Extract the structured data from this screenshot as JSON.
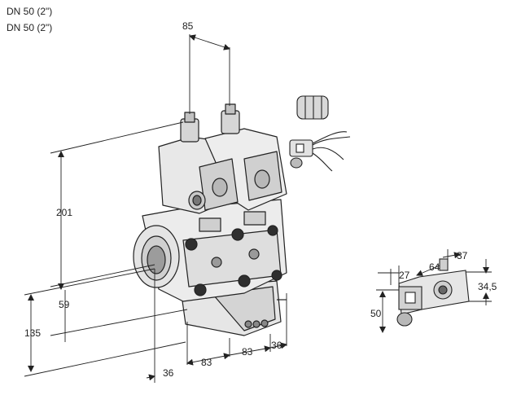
{
  "headings": [
    "DN 50 (2\")",
    "DN 50 (2\")"
  ],
  "dimensions": {
    "top_spacing": "85",
    "height_total": "201",
    "height_mid": "59",
    "height_bottom": "135",
    "bottom_left": "36",
    "bottom_83_a": "83",
    "bottom_83_b": "83",
    "bottom_right": "36",
    "module_27": "27",
    "module_64": "64",
    "module_37": "37",
    "module_345": "34,5",
    "module_50": "50"
  },
  "colors": {
    "line": "#222222",
    "body_fill": "#e6e6e6",
    "shade": "#bdbdbd",
    "dark": "#333333"
  }
}
